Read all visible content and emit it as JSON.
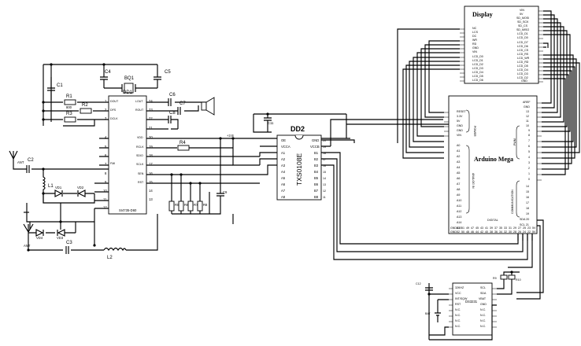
{
  "chips": {
    "dd1": {
      "ref": "DD1",
      "part": "SI4735-D60",
      "left_pins": [
        "DOUT",
        "DFS",
        "DCLK",
        "",
        "",
        "",
        "",
        "FMI",
        "",
        "",
        "",
        "",
        ""
      ],
      "left_nums": [
        "1",
        "2",
        "3",
        "4",
        "5",
        "6",
        "7",
        "8",
        "9",
        "10",
        "11",
        "12"
      ],
      "right_pins": [
        "LOUT",
        "ROUT",
        "",
        "",
        "VDD",
        "RCLK",
        "SDIO",
        "SCLK",
        "SEN",
        "RST"
      ],
      "right_nums": [
        "24",
        "23",
        "22",
        "21",
        "20",
        "19",
        "18",
        "17",
        "16",
        "15",
        "14",
        "13"
      ]
    },
    "dd2": {
      "ref": "DD2",
      "part": "TXS0108E",
      "left_pins": [
        "OE",
        "VCCA",
        "A1",
        "A2",
        "A3",
        "A4",
        "A5",
        "A6",
        "A7",
        "A8"
      ],
      "right_pins": [
        "GND",
        "VCCB",
        "B1",
        "B2",
        "B3",
        "B4",
        "B5",
        "B6",
        "B7",
        "B8"
      ],
      "right_nums": [
        "20",
        "19",
        "18",
        "17",
        "16",
        "15",
        "14",
        "13",
        "12",
        "11"
      ]
    },
    "display": {
      "title": "Display",
      "left_pins": [
        "NC",
        "LCS",
        "DC",
        "WR",
        "RD",
        "GND",
        "VIN",
        "LCD_D0",
        "LCD_D1",
        "LCD_D2",
        "LCD_D3",
        "LCD_D4",
        "LCD_D5",
        "LCD_D6",
        "LCD_D7",
        "LCD_RST"
      ],
      "right_pins": [
        "VIN",
        "5V",
        "SD_MOSI",
        "SD_SCK",
        "SD_CS",
        "SD_MISO",
        "LCD_D1",
        "LCD_D0",
        "LCD_D7",
        "LCD_D6",
        "LCD_CS",
        "LCD_RS",
        "LCD_WR",
        "LCD_RD",
        "LCD_D5",
        "LCD_D4",
        "LCD_D3",
        "LCD_D2",
        "GND"
      ]
    },
    "mega": {
      "title": "Arduino Mega",
      "left_top": [
        "RESET",
        "3.3V",
        "5V",
        "GND",
        "GND",
        "VIN"
      ],
      "left_analog": [
        "A0",
        "A1",
        "A2",
        "A3",
        "A4",
        "A5",
        "A6",
        "A7",
        "A8",
        "A9",
        "A10",
        "A11",
        "A12",
        "A13",
        "A14",
        "A15"
      ],
      "right_top": [
        "AREF",
        "GND",
        "13",
        "12",
        "11",
        "10",
        "9",
        "8"
      ],
      "right_pwm": [
        "7",
        "6",
        "5",
        "4",
        "3",
        "2",
        "1",
        "0"
      ],
      "right_comm": [
        "14",
        "15",
        "16",
        "17",
        "18",
        "19",
        "SDA 20",
        "SCL 21"
      ],
      "bottom_labels": [
        "GND",
        "53",
        "51",
        "49",
        "47",
        "45",
        "43",
        "41",
        "39",
        "37",
        "35",
        "33",
        "31",
        "29",
        "27",
        "25",
        "23",
        "5V"
      ],
      "bottom_labels2": [
        "GND",
        "52",
        "50",
        "48",
        "46",
        "44",
        "42",
        "40",
        "38",
        "36",
        "34",
        "32",
        "30",
        "28",
        "26",
        "24",
        "22",
        "5V"
      ],
      "sections": {
        "power": "POWER",
        "analog": "ANALOG IN",
        "pwm": "PWM",
        "comm": "COMMUNICATION",
        "digital": "DIGITAL"
      }
    },
    "rtc": {
      "part": "DS3231",
      "left_pins": [
        "32KHZ",
        "VCC",
        "INT/SQW",
        "RST",
        "N.C.",
        "N.C.",
        "N.C.",
        "N.C."
      ],
      "right_pins": [
        "SCL",
        "SDA",
        "VBAT",
        "GND",
        "N.C.",
        "N.C.",
        "N.C.",
        "N.C."
      ]
    }
  },
  "components": {
    "c1": "C1",
    "c2": "C2",
    "c3": "C3",
    "c4": "C4",
    "c5": "C5",
    "c6": "C6",
    "c7": "C7",
    "c8": "C8",
    "c9": "C9",
    "c10": "C10",
    "c11": "C11",
    "c12": "C12",
    "r1": "R1",
    "r1v": "800",
    "r2": "R2",
    "r3": "R3",
    "r4": "R4",
    "r5": "R5",
    "r6": "R6",
    "r7": "R7",
    "r8": "R8",
    "rx": "R9",
    "ry": "R10",
    "bq1": "BQ1",
    "l1": "L1",
    "l2": "L2",
    "vd1": "VD1",
    "vd2": "VD2",
    "vd3": "VD3",
    "vd4": "VD4",
    "ant1": "ANT",
    "ant2": "ANT",
    "bat": "BAT",
    "supply": "+3 B"
  },
  "colors": {
    "ink": "#000000",
    "paper": "#ffffff"
  }
}
